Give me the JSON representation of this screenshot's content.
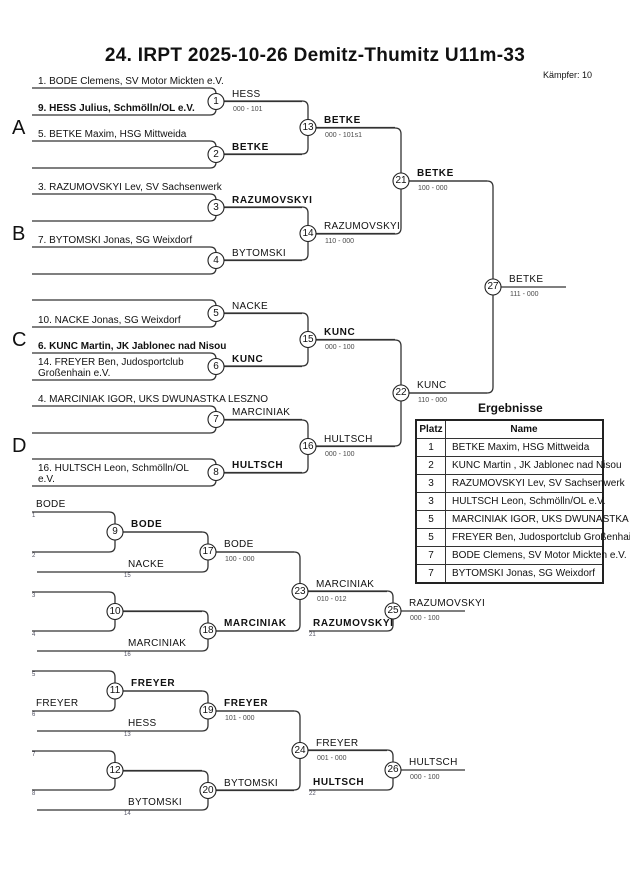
{
  "header": {
    "title": "24. IRPT  2025-10-26  Demitz-Thumitz   U11m-33",
    "fighters_count": "Kämpfer: 10"
  },
  "main_bracket": {
    "pools": [
      "A",
      "B",
      "C",
      "D"
    ],
    "entries": [
      {
        "text": "1. BODE Clemens, SV Motor Mickten e.V."
      },
      {
        "text": "9. HESS Julius,  Schmölln/OL e.V.",
        "bold": true
      },
      {
        "text": "5. BETKE Maxim, HSG Mittweida"
      },
      {
        "text": "3. RAZUMOVSKYI Lev, SV Sachsenwerk"
      },
      {
        "text": "7. BYTOMSKI Jonas, SG Weixdorf"
      },
      {
        "text": "10. NACKE Jonas, SG Weixdorf"
      },
      {
        "text": "6. KUNC Martin",
        "club": ", JK Jablonec nad Nisou",
        "bold": true
      },
      {
        "text": "14. FREYER Ben, Judosportclub Großenhain e.V."
      },
      {
        "text": "4. MARCINIAK  IGOR, UKS DWUNASTKA LESZNO"
      },
      {
        "text": "16. HULTSCH Leon,  Schmölln/OL e.V."
      }
    ],
    "matches": {
      "m1": {
        "number": "1",
        "winner": "HESS",
        "score": "000 - 101"
      },
      "m2": {
        "number": "2",
        "winner": "BETKE",
        "bold": true
      },
      "m3": {
        "number": "3",
        "winner": "RAZUMOVSKYI",
        "bold": true
      },
      "m4": {
        "number": "4",
        "winner": "BYTOMSKI"
      },
      "m5": {
        "number": "5",
        "winner": "NACKE"
      },
      "m6": {
        "number": "6",
        "winner": "KUNC",
        "bold": true
      },
      "m7": {
        "number": "7",
        "winner": "MARCINIAK"
      },
      "m8": {
        "number": "8",
        "winner": "HULTSCH",
        "bold": true
      },
      "m13": {
        "number": "13",
        "winner": "BETKE",
        "score": "000 - 101s1",
        "bold": true
      },
      "m14": {
        "number": "14",
        "winner": "RAZUMOVSKYI",
        "score": "110 - 000"
      },
      "m15": {
        "number": "15",
        "winner": "KUNC",
        "score": "000 - 100",
        "bold": true
      },
      "m16": {
        "number": "16",
        "winner": "HULTSCH",
        "score": "000 - 100"
      },
      "m21": {
        "number": "21",
        "winner": "BETKE",
        "score": "100 - 000",
        "bold": true
      },
      "m22": {
        "number": "22",
        "winner": "KUNC",
        "score": "110 - 000"
      },
      "m27": {
        "number": "27",
        "winner": "BETKE",
        "score": "111 - 000"
      }
    }
  },
  "repechage": {
    "entries": {
      "e1": {
        "name": "BODE",
        "ref": "1"
      },
      "e2": {
        "ref": "2"
      },
      "e3": {
        "ref": "3"
      },
      "e4": {
        "ref": "4"
      },
      "e15": {
        "name": "NACKE",
        "ref": "15"
      },
      "e16": {
        "name": "MARCINIAK",
        "ref": "16"
      },
      "e21": {
        "name": "RAZUMOVSKYI",
        "ref": "21",
        "bold": true
      },
      "e5": {
        "ref": "5"
      },
      "e6": {
        "name": "FREYER",
        "ref": "6"
      },
      "e7": {
        "ref": "7"
      },
      "e8": {
        "ref": "8"
      },
      "e13": {
        "name": "HESS",
        "ref": "13"
      },
      "e14": {
        "name": "BYTOMSKI",
        "ref": "14"
      },
      "e22": {
        "name": "HULTSCH",
        "ref": "22",
        "bold": true
      }
    },
    "matches": {
      "m9": {
        "number": "9",
        "winner": "BODE",
        "bold": true
      },
      "m10": {
        "number": "10"
      },
      "m11": {
        "number": "11",
        "winner": "FREYER",
        "bold": true
      },
      "m12": {
        "number": "12"
      },
      "m17": {
        "number": "17",
        "winner": "BODE",
        "score": "100 - 000"
      },
      "m18": {
        "number": "18",
        "winner": "MARCINIAK",
        "bold": true
      },
      "m19": {
        "number": "19",
        "winner": "FREYER",
        "score": "101 - 000",
        "bold": true
      },
      "m20": {
        "number": "20",
        "winner": "BYTOMSKI"
      },
      "m23": {
        "number": "23",
        "winner": "MARCINIAK",
        "score": "010 - 012"
      },
      "m24": {
        "number": "24",
        "winner": "FREYER",
        "score": "001 - 000"
      },
      "m25": {
        "number": "25",
        "winner": "RAZUMOVSKYI",
        "score": "000 - 100"
      },
      "m26": {
        "number": "26",
        "winner": "HULTSCH",
        "score": "000 - 100"
      }
    }
  },
  "results": {
    "title": "Ergebnisse",
    "columns": [
      "Platz",
      "Name"
    ],
    "rows": [
      {
        "place": "1",
        "name": "BETKE Maxim, HSG Mittweida"
      },
      {
        "place": "2",
        "name": "KUNC Martin                        , JK Jablonec nad Nisou"
      },
      {
        "place": "3",
        "name": "RAZUMOVSKYI Lev, SV Sachsenwerk"
      },
      {
        "place": "3",
        "name": "HULTSCH Leon,  Schmölln/OL e.V."
      },
      {
        "place": "5",
        "name": "MARCINIAK  IGOR, UKS DWUNASTKA LESZNO"
      },
      {
        "place": "5",
        "name": "FREYER Ben, Judosportclub Großenhain e.V."
      },
      {
        "place": "7",
        "name": "BODE Clemens, SV Motor Mickten e.V."
      },
      {
        "place": "7",
        "name": "BYTOMSKI Jonas, SG Weixdorf"
      }
    ]
  }
}
